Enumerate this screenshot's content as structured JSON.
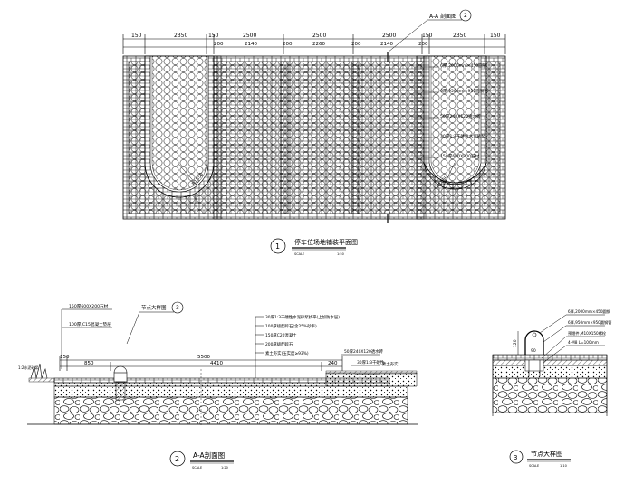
{
  "plan": {
    "dims_top": [
      "150",
      "2350",
      "150",
      "2500",
      "2500",
      "2500",
      "150",
      "2350",
      "150"
    ],
    "dims_second": [
      "200",
      "2140",
      "200",
      "2260",
      "200",
      "2140",
      "200"
    ],
    "dims_left": [
      "150",
      "850",
      "5500"
    ],
    "dims_label_r": "R1850",
    "section_tag": "A-A 剖面图",
    "section_tag_num": "2",
    "callouts": [
      "6厚,2000mm×450圆钢",
      "6厚,950mm×950圆钢管",
      "50厚240X120透水砖",
      "30厚1:3干硬性水泥砂浆",
      "150厚600X200石材"
    ],
    "title_num": "1",
    "title": "停车位场地铺装平面图",
    "title_sub_l": "SCALE",
    "title_sub_r": "1:50"
  },
  "section": {
    "callouts_left": [
      "150厚600X200石材",
      "100厚,C15混凝土垫层"
    ],
    "node_tag": "节点大样图",
    "node_tag_num": "3",
    "layers": [
      "30厚1:3干硬性水泥砂浆找平(上加防水层)",
      "100厚级配碎石(含25%砂率)",
      "150厚C20混凝土",
      "200厚级配碎石",
      "素土夯实(压实度≥93%)"
    ],
    "dims_bottom": [
      "150",
      "850",
      "4410",
      "240"
    ],
    "dim_total": "5500",
    "callouts_right": [
      "50厚240X120透水砖",
      "30厚1:3干硬性",
      "素土夯实"
    ],
    "left_note": "1:2水泥砂浆",
    "title_num": "2",
    "title": "A-A剖面图",
    "title_sub_l": "SCALE",
    "title_sub_r": "1:20"
  },
  "node": {
    "callouts": [
      "6厚,2000mm×450圆钢",
      "6厚,950mm×950圆钢管",
      "预埋件,M10X150螺栓",
      "4-M8 L=100mm"
    ],
    "dims": [
      "120",
      "90"
    ],
    "title_num": "3",
    "title": "节点大样图",
    "title_sub_l": "SCALE",
    "title_sub_r": "1:10"
  }
}
